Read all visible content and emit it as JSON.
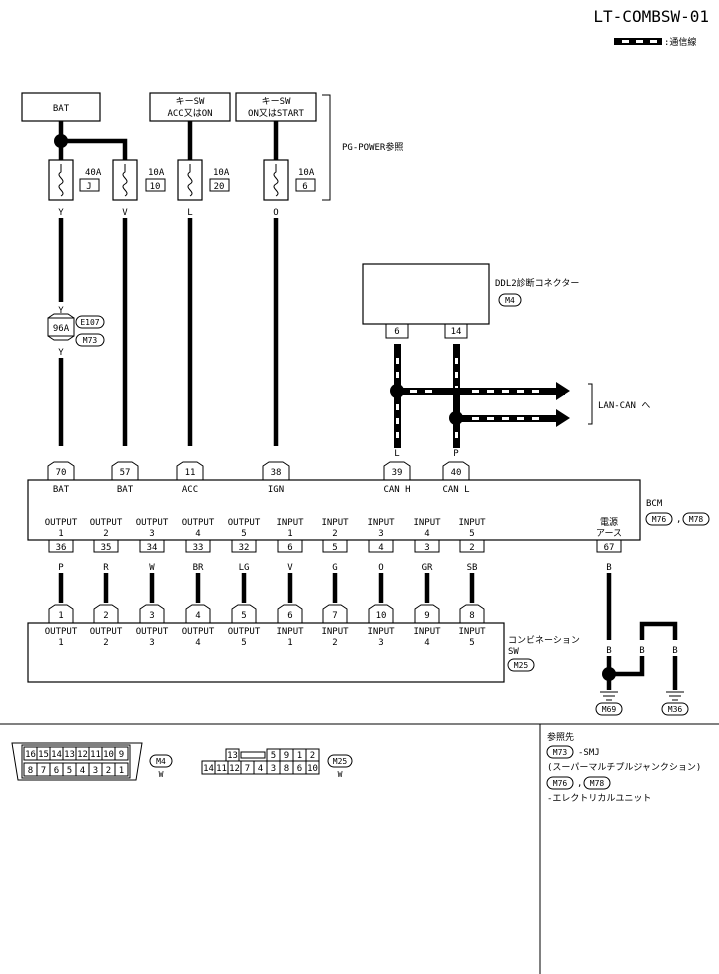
{
  "header": {
    "code": "LT-COMBSW-01",
    "legend_label": ":通信線"
  },
  "power": {
    "bat": "BAT",
    "key_sw_1a": "キーSW",
    "key_sw_1b": "ACC又はON",
    "key_sw_2a": "キーSW",
    "key_sw_2b": "ON又はSTART",
    "ref": "PG-POWER参照"
  },
  "fuses": [
    {
      "amp": "40A",
      "id": "J"
    },
    {
      "amp": "10A",
      "id": "10"
    },
    {
      "amp": "10A",
      "id": "20"
    },
    {
      "amp": "10A",
      "id": "6"
    }
  ],
  "wire_colors": {
    "y1": "Y",
    "y2": "Y",
    "y3": "Y",
    "v": "V",
    "l": "L",
    "o": "O",
    "can_h_top": "L",
    "can_h_bot": "L",
    "can_l_top": "P",
    "can_l_bot": "P",
    "ground_1": "B",
    "ground_2": "B",
    "ground_3": "B",
    "ground_4": "B"
  },
  "joint": {
    "pin": "96A",
    "conn_1": "E107",
    "conn_2": "M73"
  },
  "ddl": {
    "label": "DDL2診断コネクター",
    "conn": "M4",
    "pin_h": "6",
    "pin_l": "14",
    "lan_can": "LAN-CAN へ",
    "arrow_l": "L",
    "arrow_p": "P"
  },
  "bcm": {
    "label": "BCM",
    "conn_1": "M76",
    "conn_2": "M78",
    "sep": ",",
    "top_pins": [
      {
        "pin": "70",
        "label": "BAT"
      },
      {
        "pin": "57",
        "label": "BAT"
      },
      {
        "pin": "11",
        "label": "ACC"
      },
      {
        "pin": "38",
        "label": "IGN"
      },
      {
        "pin": "39",
        "label": "CAN H"
      },
      {
        "pin": "40",
        "label": "CAN L"
      }
    ],
    "bottom_pins": [
      {
        "l1": "OUTPUT",
        "l2": "1",
        "pin": "36",
        "color": "P"
      },
      {
        "l1": "OUTPUT",
        "l2": "2",
        "pin": "35",
        "color": "R"
      },
      {
        "l1": "OUTPUT",
        "l2": "3",
        "pin": "34",
        "color": "W"
      },
      {
        "l1": "OUTPUT",
        "l2": "4",
        "pin": "33",
        "color": "BR"
      },
      {
        "l1": "OUTPUT",
        "l2": "5",
        "pin": "32",
        "color": "LG"
      },
      {
        "l1": "INPUT",
        "l2": "1",
        "pin": "6",
        "color": "V"
      },
      {
        "l1": "INPUT",
        "l2": "2",
        "pin": "5",
        "color": "G"
      },
      {
        "l1": "INPUT",
        "l2": "3",
        "pin": "4",
        "color": "O"
      },
      {
        "l1": "INPUT",
        "l2": "4",
        "pin": "3",
        "color": "GR"
      },
      {
        "l1": "INPUT",
        "l2": "5",
        "pin": "2",
        "color": "SB"
      }
    ],
    "ground": {
      "l1": "電源",
      "l2": "アース",
      "pin": "67"
    }
  },
  "combsw": {
    "label_1": "コンビネーション",
    "label_2": "SW",
    "conn": "M25",
    "pins": [
      {
        "pin": "1",
        "l1": "OUTPUT",
        "l2": "1"
      },
      {
        "pin": "2",
        "l1": "OUTPUT",
        "l2": "2"
      },
      {
        "pin": "3",
        "l1": "OUTPUT",
        "l2": "3"
      },
      {
        "pin": "4",
        "l1": "OUTPUT",
        "l2": "4"
      },
      {
        "pin": "5",
        "l1": "OUTPUT",
        "l2": "5"
      },
      {
        "pin": "6",
        "l1": "INPUT",
        "l2": "1"
      },
      {
        "pin": "7",
        "l1": "INPUT",
        "l2": "2"
      },
      {
        "pin": "10",
        "l1": "INPUT",
        "l2": "3"
      },
      {
        "pin": "9",
        "l1": "INPUT",
        "l2": "4"
      },
      {
        "pin": "8",
        "l1": "INPUT",
        "l2": "5"
      }
    ]
  },
  "grounds": {
    "g1": "M69",
    "g2": "M36"
  },
  "connector_views": {
    "m4": {
      "top": [
        "16",
        "15",
        "14",
        "13",
        "12",
        "11",
        "10",
        "9"
      ],
      "bottom": [
        "8",
        "7",
        "6",
        "5",
        "4",
        "3",
        "2",
        "1"
      ],
      "name": "M4",
      "color": "W"
    },
    "m25": {
      "top_left": "13",
      "top_right": [
        "5",
        "9",
        "1",
        "2"
      ],
      "bottom": [
        "14",
        "11",
        "12",
        "7",
        "4",
        "3",
        "8",
        "6",
        "10"
      ],
      "name": "M25",
      "color": "W"
    }
  },
  "references": {
    "title": "参照先",
    "r1_conn": "M73",
    "r1_text": "-SMJ",
    "r1_sub": "(スーパーマルチプルジャンクション)",
    "r2_conn_1": "M76",
    "r2_sep": ",",
    "r2_conn_2": "M78",
    "r2_text": "-エレクトリカルユニット"
  }
}
